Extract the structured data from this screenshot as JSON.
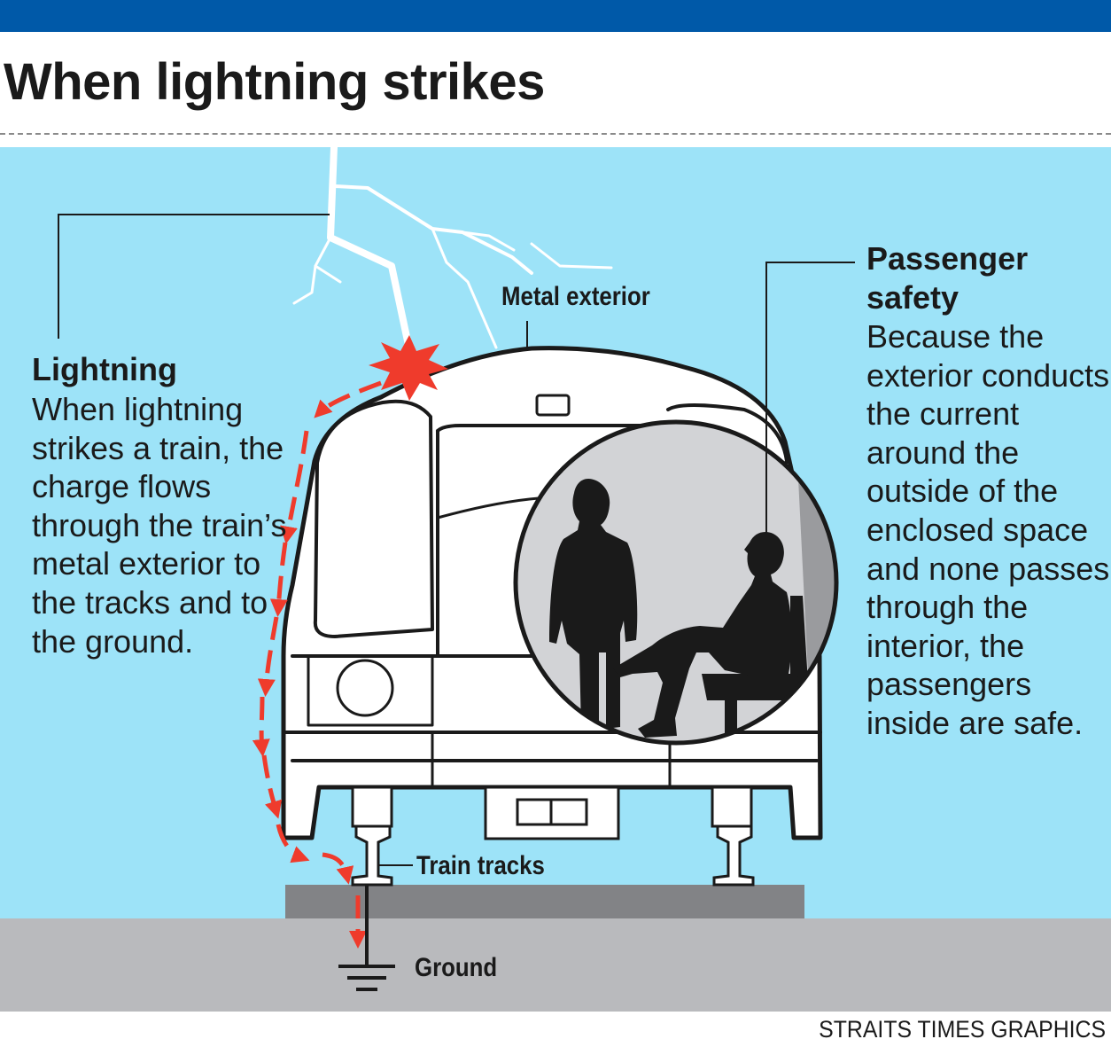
{
  "header": {
    "title": "When lightning strikes"
  },
  "lightning_block": {
    "title": "Lightning",
    "body": "When lightning strikes a train, the charge flows through the train’s metal exterior to the tracks and to the ground."
  },
  "safety_block": {
    "title": "Passenger safety",
    "body": "Because the exterior conducts the current around the outside of the enclosed space and none passes through the interior, the passengers inside are safe."
  },
  "labels": {
    "metal_exterior": "Metal exterior",
    "train_tracks": "Train tracks",
    "ground": "Ground"
  },
  "credit": "STRAITS TIMES GRAPHICS",
  "colors": {
    "top_bar": "#0059a8",
    "sky": "#9de3f8",
    "ground": "#b9babd",
    "current_arrows": "#ef3b2c",
    "silhouette": "#1a1a1a"
  }
}
